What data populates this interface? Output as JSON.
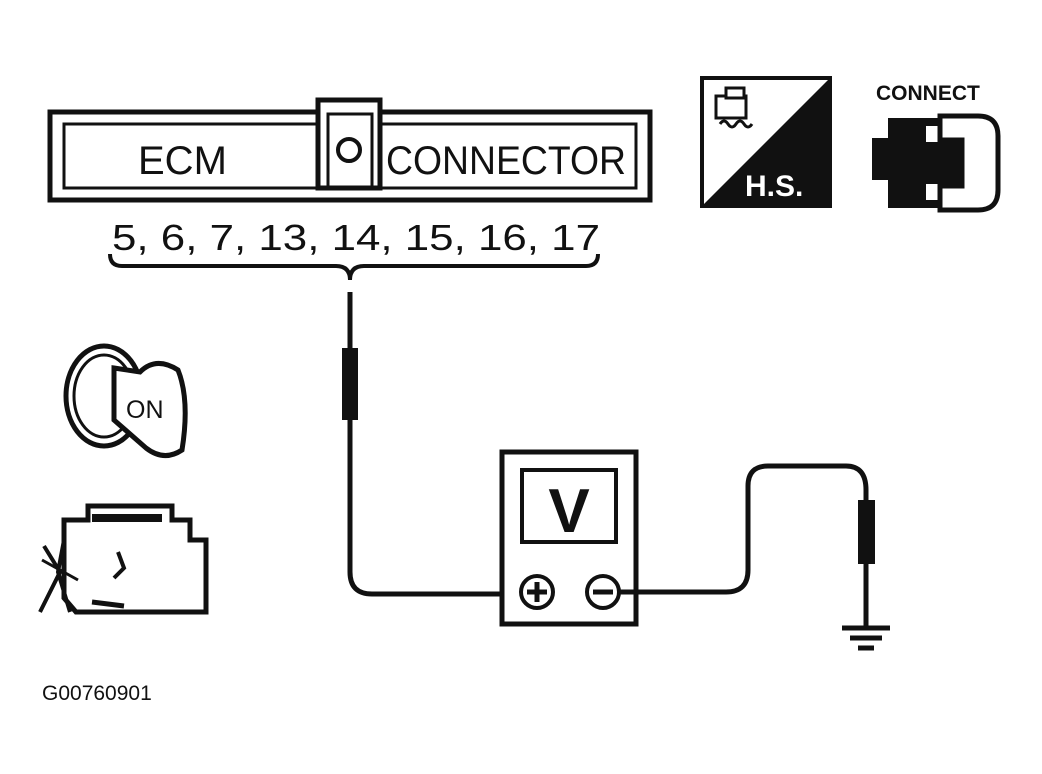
{
  "ecm_connector": {
    "left_label": "ECM",
    "right_label": "CONNECTOR",
    "terminals": "5, 6, 7, 13, 14, 15, 16, 17"
  },
  "indicators": {
    "hot_start_label": "H.S.",
    "connect_label": "CONNECT"
  },
  "ignition_key": {
    "label": "ON"
  },
  "voltmeter": {
    "unit_label": "V",
    "positive_symbol": "+",
    "negative_symbol": "−"
  },
  "figure_id": "G00760901",
  "icons": [
    "ignition-key-icon",
    "engine-icon",
    "hot-start-icon",
    "connect-connector-icon",
    "ground-icon"
  ],
  "colors": {
    "ink": "#111111",
    "paper": "#ffffff"
  }
}
